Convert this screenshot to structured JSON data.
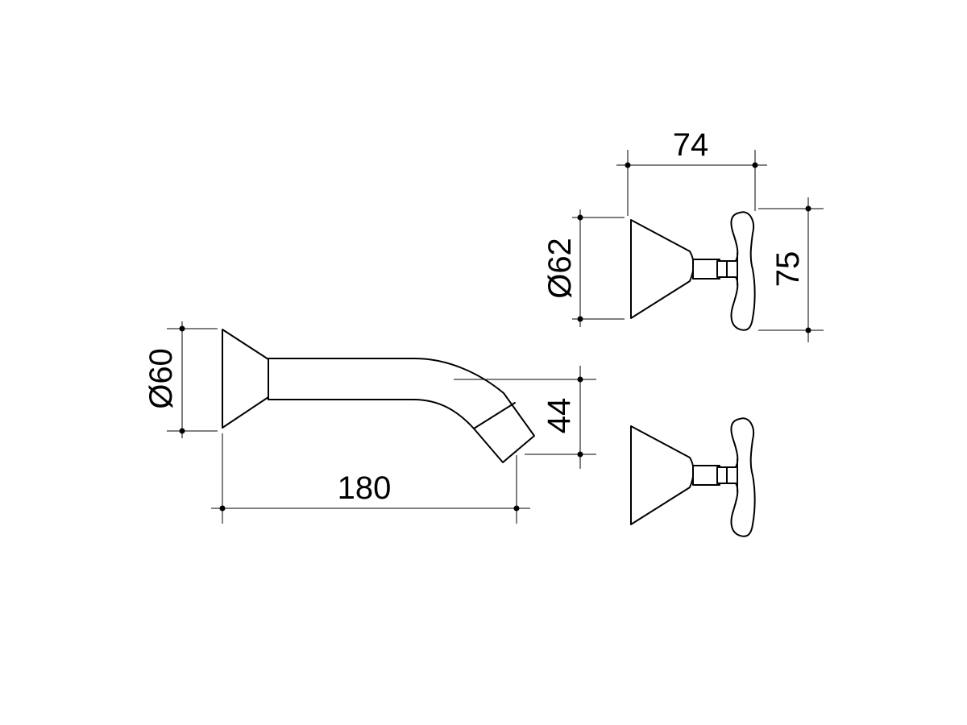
{
  "dimensions": {
    "spout_flange_diameter": "Ø60",
    "spout_length": "180",
    "spout_drop": "44",
    "tap_flange_diameter": "Ø62",
    "tap_projection": "74",
    "handle_height": "75"
  },
  "colors": {
    "line": "#000000",
    "background": "#ffffff"
  }
}
